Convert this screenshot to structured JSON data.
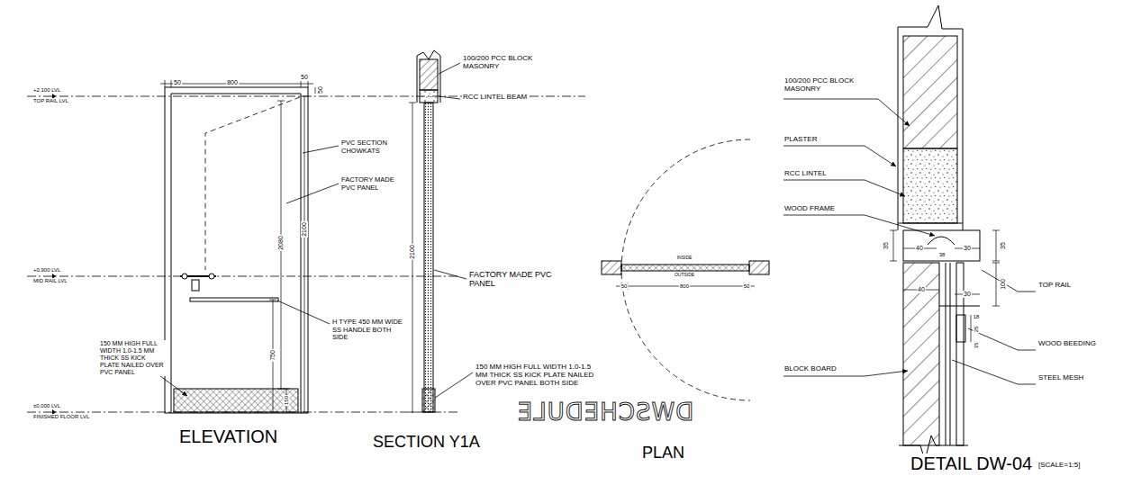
{
  "diagram": {
    "labels": [
      "+2.100 LVL",
      "TOP RAIL LVL",
      "+0.900 LVL",
      "MID RAIL LVL",
      "±0.000 LVL",
      "FINISHED FLOOR LVL",
      "50",
      "800",
      "50",
      "50",
      "PVC SECTION CHOWKATS",
      "FACTORY MADE PVC PANEL",
      "2100",
      "2080",
      "H TYPE 450 MM WIDE SS HANDLE BOTH SIDE",
      "750",
      "150 MM HIGH FULL WIDTH 1.0-1.5 MM THICK SS KICK PLATE NAILED OVER PVC PANEL",
      "150",
      "ELEVATION",
      "100/200 PCC BLOCK MASONRY",
      "RCC LINTEL BEAM",
      "2100",
      "FACTORY MADE PVC PANEL",
      "150 MM HIGH FULL WIDTH 1.0-1.5 MM THICK SS KICK PLATE NAILED OVER PVC PANEL BOTH SIDE",
      "SECTION Y1A",
      "INSIDE",
      "OUTSIDE",
      "50",
      "800",
      "50",
      "DWSCHEDULE",
      "PLAN",
      "100/200 PCC BLOCK MASONRY",
      "PLASTER",
      "RCC LINTEL",
      "WOOD FRAME",
      "35",
      "40",
      "30",
      "35",
      "38",
      "40",
      "30",
      "100",
      "18",
      "25",
      "15",
      "TOP RAIL",
      "WOOD BEEDING",
      "BLOCK BOARD",
      "STEEL MESH",
      "DETAIL DW-04",
      "[SCALE=1:5]"
    ]
  }
}
